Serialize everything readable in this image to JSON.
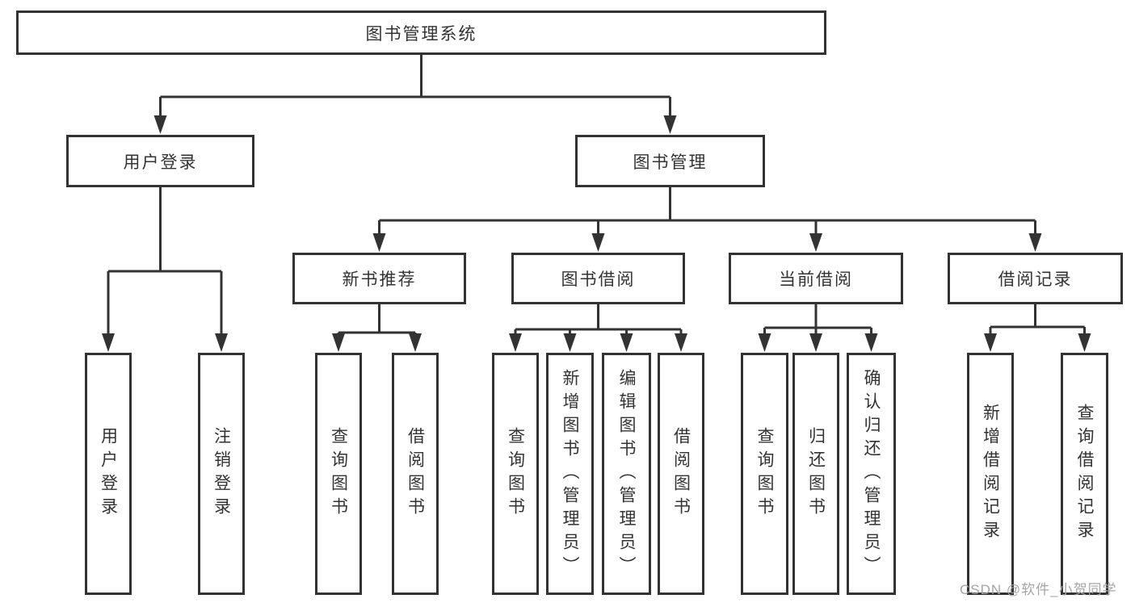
{
  "diagram": {
    "root": {
      "label": "图书管理系统"
    },
    "level2": [
      {
        "label": "用户登录"
      },
      {
        "label": "图书管理"
      }
    ],
    "level3": [
      {
        "label": "新书推荐"
      },
      {
        "label": "图书借阅"
      },
      {
        "label": "当前借阅"
      },
      {
        "label": "借阅记录"
      }
    ],
    "leaves": [
      {
        "label": "用户登录"
      },
      {
        "label": "注销登录"
      },
      {
        "label": "查询图书"
      },
      {
        "label": "借阅图书"
      },
      {
        "label": "查询图书"
      },
      {
        "label": "新增图书（管理员）"
      },
      {
        "label": "编辑图书（管理员）"
      },
      {
        "label": "借阅图书"
      },
      {
        "label": "查询图书"
      },
      {
        "label": "归还图书"
      },
      {
        "label": "确认归还（管理员）"
      },
      {
        "label": "新增借阅记录"
      },
      {
        "label": "查询借阅记录"
      }
    ]
  },
  "watermark": {
    "text": "CSDN @软件_小贺同学"
  },
  "colors": {
    "line": "#333333",
    "text": "#333333",
    "box_background": "#ffffff",
    "watermark": "#a5a5a5"
  }
}
